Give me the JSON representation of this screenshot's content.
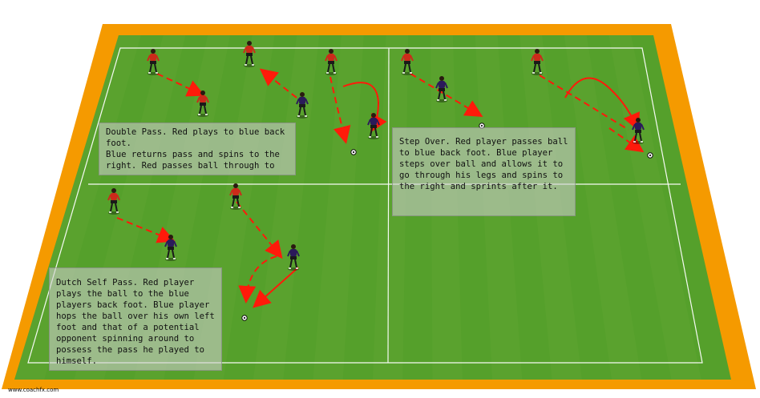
{
  "notes": {
    "double_pass": "Double Pass. Red plays to blue back foot.\nBlue returns pass and spins to the right. Red passes ball through to",
    "step_over": "Step Over. Red player passes ball to blue back foot. Blue player steps over ball and allows it to go through his legs and spins to the right and sprints after it.",
    "dutch_self_pass": "Dutch Self Pass. Red player plays the ball to the blue players back foot. Blue player hops the ball over his own left foot and that of a potential opponent spinning around to possess the pass he played to himself."
  },
  "watermark": "www.coachfx.com",
  "colors": {
    "border_orange": "#f59a00",
    "grass_light": "#5aa22e",
    "grass_dark": "#4b8f24",
    "arrow_red": "#ff1a0a",
    "red_team": "#cc2a1a",
    "blue_team": "#2b1a5a"
  },
  "players": [
    {
      "team": "red"
    },
    {
      "team": "red"
    },
    {
      "team": "red"
    },
    {
      "team": "red"
    },
    {
      "team": "red"
    },
    {
      "team": "red"
    },
    {
      "team": "red"
    },
    {
      "team": "red"
    },
    {
      "team": "blue"
    },
    {
      "team": "blue"
    },
    {
      "team": "blue"
    },
    {
      "team": "blue"
    },
    {
      "team": "blue"
    },
    {
      "team": "blue"
    }
  ]
}
